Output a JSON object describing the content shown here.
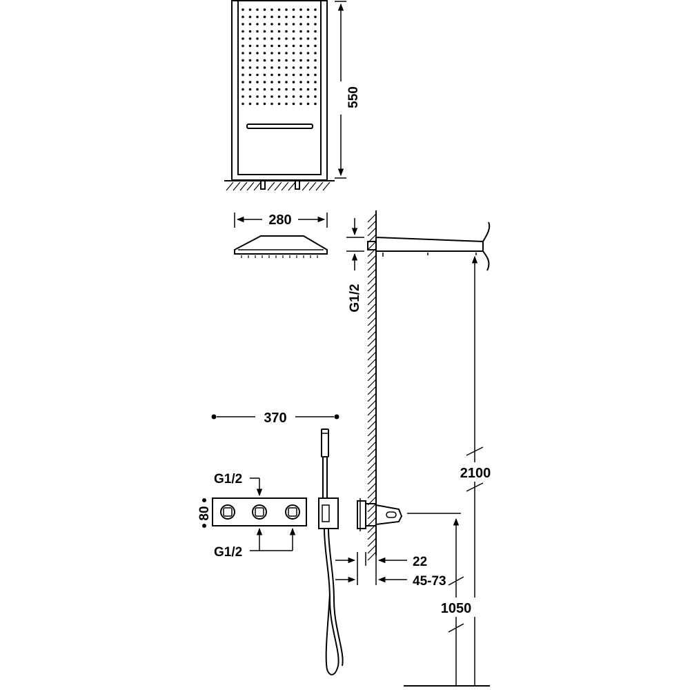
{
  "dimensions": {
    "panel_height": "550",
    "panel_width": "280",
    "mixer_width": "370",
    "mixer_height": "80",
    "inlet_top": "G1/2",
    "inlet_bottom": "G1/2",
    "arm_thread": "G1/2",
    "shower_height": "2100",
    "outlet_height": "1050",
    "wall_depth": "22",
    "wall_depth_range": "45-73"
  }
}
